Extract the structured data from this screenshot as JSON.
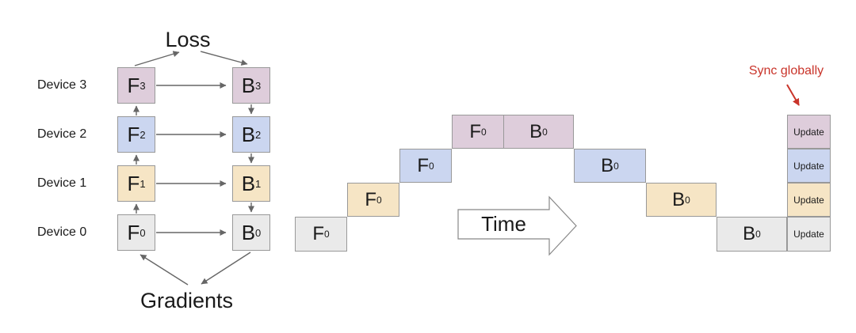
{
  "colors": {
    "device3_fill": "#decddb",
    "device2_fill": "#cbd6f0",
    "device1_fill": "#f6e5c5",
    "device0_fill": "#eaeaea",
    "box_border": "#999999",
    "arrow": "#666666",
    "sync_red": "#c9342a"
  },
  "left_diagram": {
    "loss_label": "Loss",
    "gradients_label": "Gradients",
    "devices": [
      {
        "label": "Device 3",
        "forward": "F",
        "forward_sub": "3",
        "backward": "B",
        "backward_sub": "3"
      },
      {
        "label": "Device 2",
        "forward": "F",
        "forward_sub": "2",
        "backward": "B",
        "backward_sub": "2"
      },
      {
        "label": "Device 1",
        "forward": "F",
        "forward_sub": "1",
        "backward": "B",
        "backward_sub": "1"
      },
      {
        "label": "Device 0",
        "forward": "F",
        "forward_sub": "0",
        "backward": "B",
        "backward_sub": "0"
      }
    ]
  },
  "timeline": {
    "time_label": "Time",
    "sync_label": "Sync globally",
    "forward_blocks": [
      {
        "label": "F",
        "sub": "0"
      },
      {
        "label": "F",
        "sub": "0"
      },
      {
        "label": "F",
        "sub": "0"
      },
      {
        "label": "F",
        "sub": "0"
      }
    ],
    "backward_blocks": [
      {
        "label": "B",
        "sub": "0"
      },
      {
        "label": "B",
        "sub": "0"
      },
      {
        "label": "B",
        "sub": "0"
      },
      {
        "label": "B",
        "sub": "0"
      }
    ],
    "updates": [
      {
        "label": "Update"
      },
      {
        "label": "Update"
      },
      {
        "label": "Update"
      },
      {
        "label": "Update"
      }
    ]
  }
}
